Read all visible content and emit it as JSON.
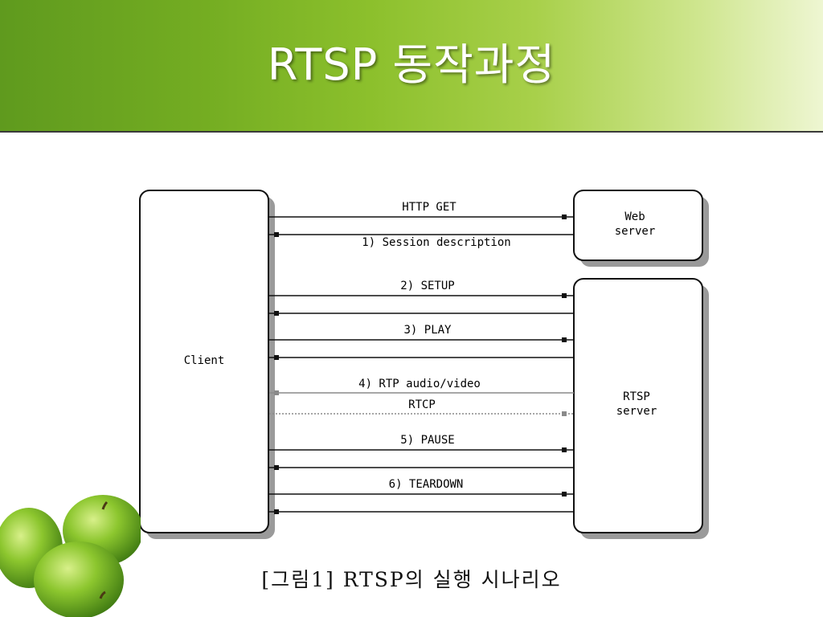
{
  "slide": {
    "title": "RTSP 동작과정",
    "caption": "[그림1] RTSP의 실행 시나리오"
  },
  "diagram": {
    "nodes": {
      "client": "Client",
      "web_server": [
        "Web",
        "server"
      ],
      "rtsp_server": [
        "RTSP",
        "server"
      ]
    },
    "messages": [
      {
        "label": "HTTP GET"
      },
      {
        "label": "1) Session description"
      },
      {
        "label": "2) SETUP"
      },
      {
        "label": "3) PLAY"
      },
      {
        "label": "4) RTP audio/video"
      },
      {
        "label": "RTCP"
      },
      {
        "label": "5) PAUSE"
      },
      {
        "label": "6) TEARDOWN"
      }
    ]
  },
  "colors": {
    "header_green": "#74ad22",
    "header_light": "#eef6d2",
    "apple_green": "#7cc02a"
  }
}
